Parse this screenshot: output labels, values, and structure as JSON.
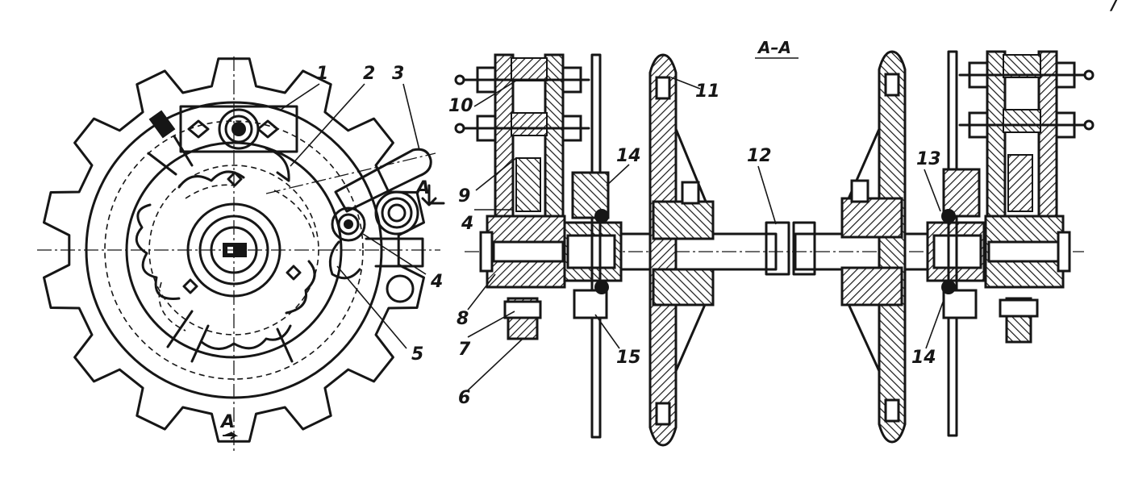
{
  "figure": {
    "section_title": "А–А",
    "section_marks": [
      "A",
      "A"
    ],
    "corner_mark": "/",
    "callouts": {
      "c1": "1",
      "c2": "2",
      "c3": "3",
      "c4a": "4",
      "c4b": "4",
      "c5": "5",
      "c6": "6",
      "c7": "7",
      "c8": "8",
      "c9": "9",
      "c10": "10",
      "c11": "11",
      "c12": "12",
      "c13": "13",
      "c14a": "14",
      "c14b": "14",
      "c15": "15"
    },
    "colors": {
      "ink": "#161616",
      "paper": "#ffffff"
    }
  }
}
